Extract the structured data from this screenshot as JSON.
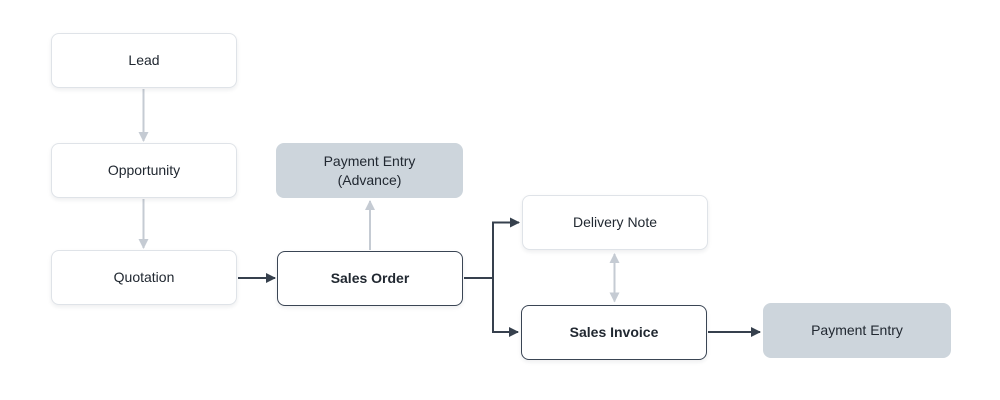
{
  "diagram": {
    "name": "sales-transactions-flow",
    "nodes": [
      {
        "id": "lead",
        "label": "Lead",
        "style": "plain"
      },
      {
        "id": "opportunity",
        "label": "Opportunity",
        "style": "plain"
      },
      {
        "id": "quotation",
        "label": "Quotation",
        "style": "plain"
      },
      {
        "id": "payment-entry-advance",
        "label": "Payment Entry",
        "sublabel": "(Advance)",
        "style": "filled"
      },
      {
        "id": "sales-order",
        "label": "Sales Order",
        "style": "outlined-bold"
      },
      {
        "id": "delivery-note",
        "label": "Delivery Note",
        "style": "plain"
      },
      {
        "id": "sales-invoice",
        "label": "Sales Invoice",
        "style": "outlined-bold"
      },
      {
        "id": "payment-entry",
        "label": "Payment Entry",
        "style": "filled"
      }
    ],
    "edges": [
      {
        "from": "lead",
        "to": "opportunity",
        "style": "light",
        "direction": "down"
      },
      {
        "from": "opportunity",
        "to": "quotation",
        "style": "light",
        "direction": "down"
      },
      {
        "from": "quotation",
        "to": "sales-order",
        "style": "dark",
        "direction": "right"
      },
      {
        "from": "sales-order",
        "to": "payment-entry-advance",
        "style": "light",
        "direction": "up"
      },
      {
        "from": "sales-order",
        "to": "delivery-note",
        "style": "dark",
        "direction": "branch-right"
      },
      {
        "from": "sales-order",
        "to": "sales-invoice",
        "style": "dark",
        "direction": "branch-right"
      },
      {
        "from": "delivery-note",
        "to": "sales-invoice",
        "style": "light",
        "direction": "both"
      },
      {
        "from": "sales-invoice",
        "to": "payment-entry",
        "style": "dark",
        "direction": "right"
      }
    ],
    "colors": {
      "background": "#ffffff",
      "node_fill": "#ffffff",
      "node_fill_gray": "#cdd5dc",
      "node_border_light": "#dfe3e8",
      "node_border_dark": "#3a4554",
      "arrow_dark": "#36404d",
      "arrow_light": "#c5cbd3",
      "text": "#212831"
    }
  }
}
